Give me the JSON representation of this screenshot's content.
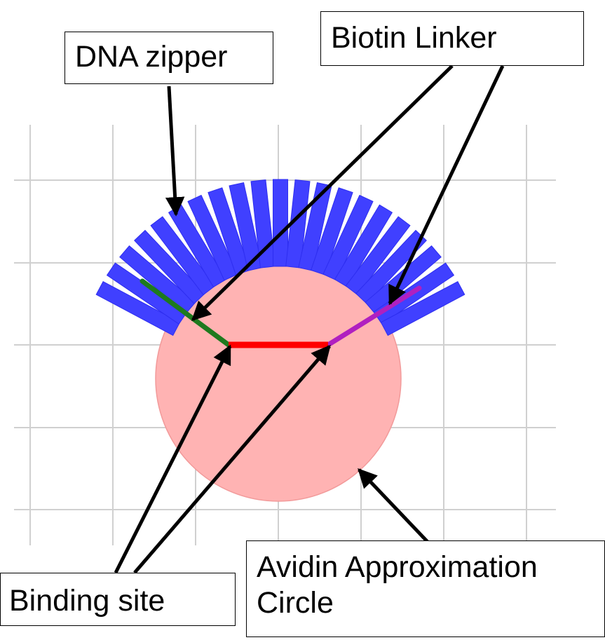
{
  "labels": {
    "dna_zipper": "DNA zipper",
    "biotin_linker": "Biotin Linker",
    "binding_site": "Binding site",
    "avidin_line1": "Avidin Approximation",
    "avidin_line2": "Circle"
  },
  "colors": {
    "grid": "#d0d0d0",
    "zipper_blocks": "#4040ff",
    "zipper_block_edge": "#2e2ef0",
    "avidin_circle": "#ffb3b3",
    "avidin_circle_edge": "#f29a9a",
    "binding_site": "#ff0000",
    "left_linker": "#1e7a1e",
    "right_linker": "#b020c0",
    "arrows": "#000000"
  }
}
